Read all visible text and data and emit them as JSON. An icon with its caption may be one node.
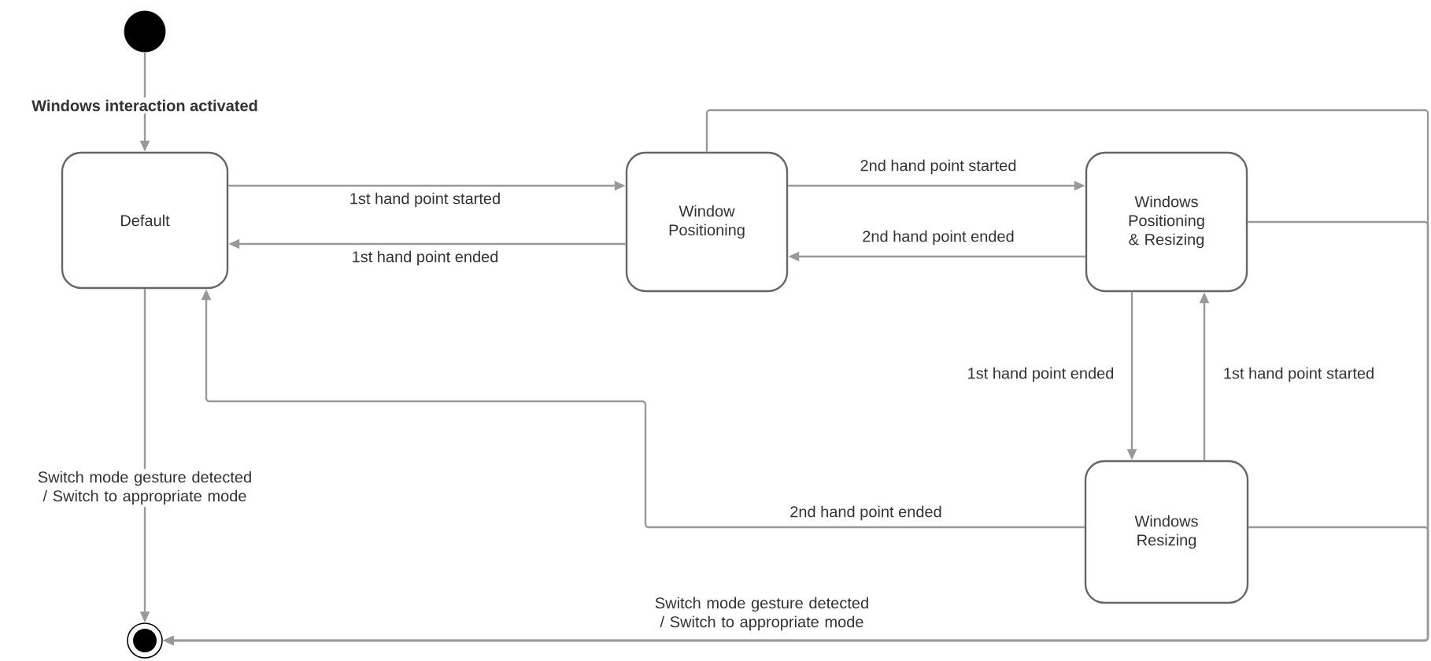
{
  "diagram": {
    "nodes": [
      {
        "text": [],
        "shape": "circle"
      },
      {
        "text": [
          "Default"
        ]
      },
      {
        "text": [
          "Window Positioning"
        ]
      },
      {
        "text": [
          "Windows Positioning & Resizing"
        ]
      },
      {
        "text": [
          "Windows Resizing"
        ]
      },
      {
        "text": [],
        "shape": "bullseye"
      }
    ],
    "edges": [
      {
        "from": 0,
        "to": 1,
        "arrow": "to",
        "label": "Windows interaction activated"
      },
      {
        "from": 1,
        "to": 2,
        "arrow": "to",
        "label": "1st hand point started"
      },
      {
        "from": 2,
        "to": 1,
        "arrow": "to",
        "label": "1st hand point ended"
      },
      {
        "from": 2,
        "to": 3,
        "arrow": "to",
        "label": "2nd hand point started"
      },
      {
        "from": 3,
        "to": 2,
        "arrow": "to",
        "label": "2nd hand point ended"
      },
      {
        "from": 3,
        "to": 4,
        "arrow": "to",
        "label": "1st hand point ended"
      },
      {
        "from": 4,
        "to": 3,
        "arrow": "to",
        "label": "1st hand point started"
      },
      {
        "from": 4,
        "to": 1,
        "arrow": "to",
        "label": "2nd hand point ended"
      },
      {
        "from": 1,
        "to": 5,
        "arrow": "to",
        "label": "Switch mode gesture detected / Switch to appropriate mode"
      },
      {
        "from": 2,
        "to": 5,
        "arrow": "to"
      },
      {
        "from": 3,
        "to": 5,
        "arrow": "to"
      },
      {
        "from": 4,
        "to": 5,
        "arrow": "to",
        "label": "Switch mode gesture detected / Switch to appropriate mode"
      }
    ]
  }
}
